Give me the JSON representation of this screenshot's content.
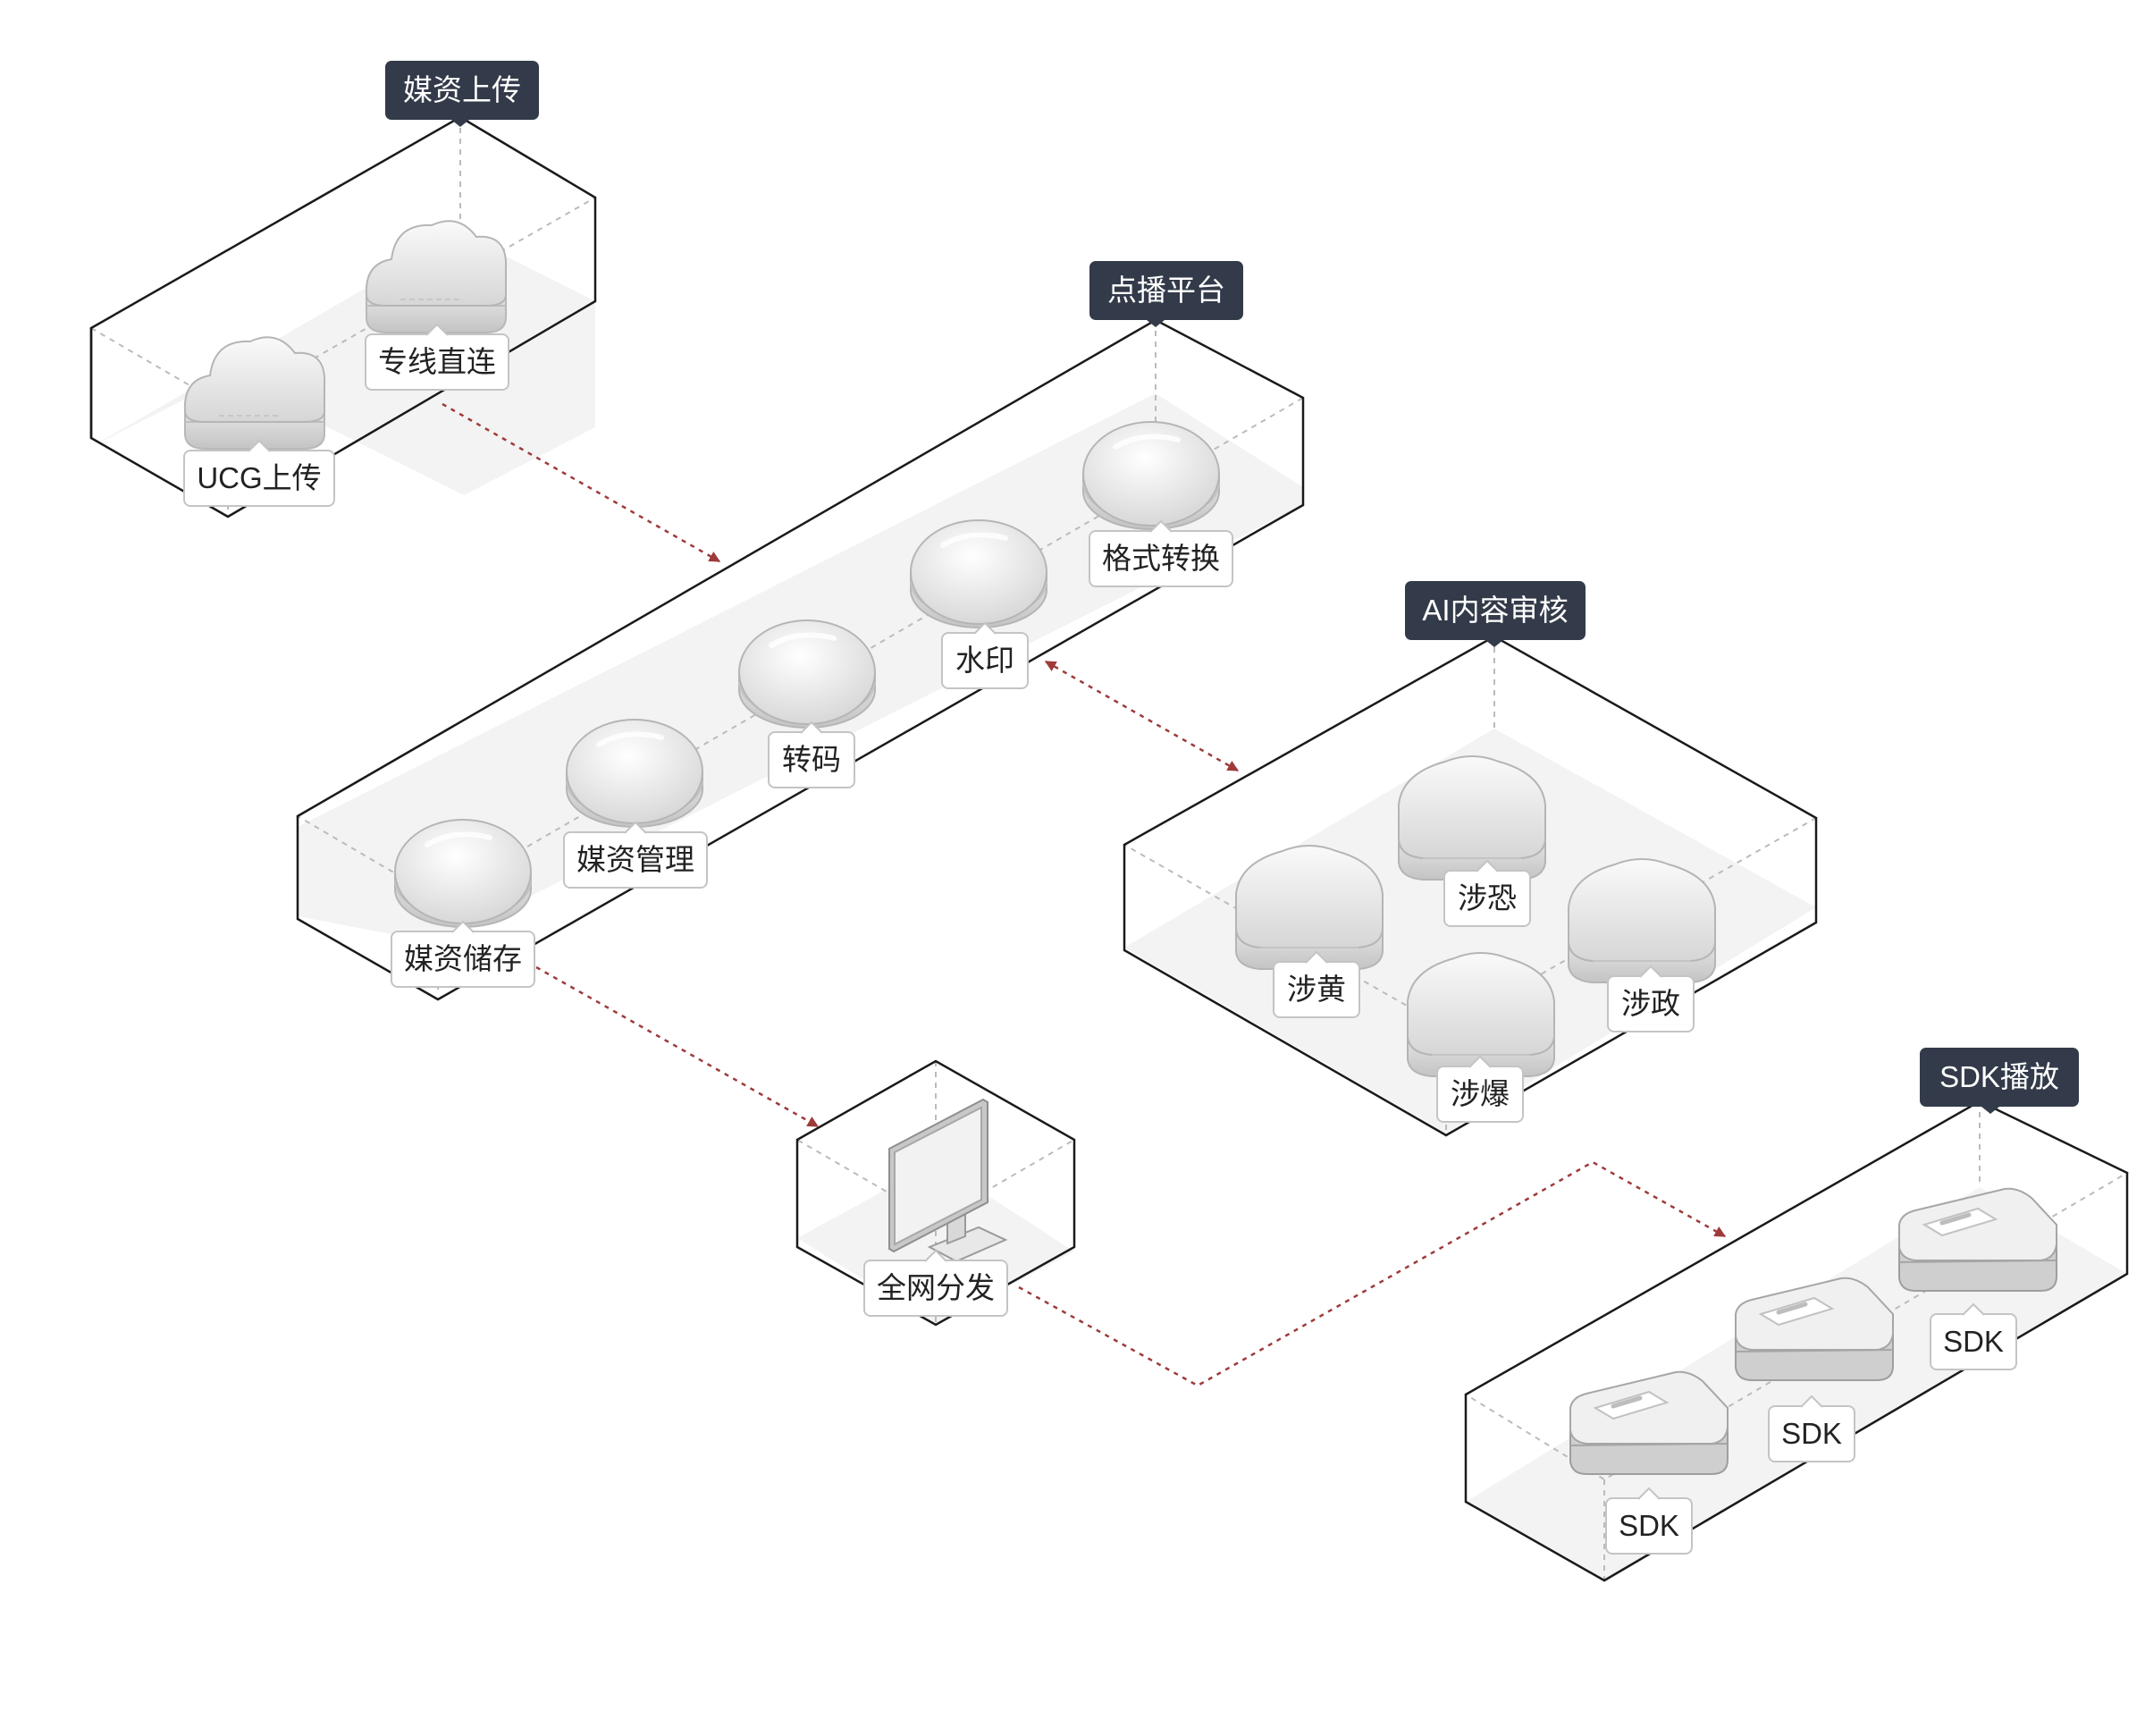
{
  "groups": {
    "upload": {
      "title": "媒资上传"
    },
    "vod": {
      "title": "点播平台"
    },
    "ai": {
      "title": "AI内容审核"
    },
    "sdk": {
      "title": "SDK播放"
    }
  },
  "nodes": {
    "ucg_upload": {
      "label": "UCG上传",
      "icon": "cloud-icon"
    },
    "dedicated_line": {
      "label": "专线直连",
      "icon": "cloud-icon"
    },
    "media_storage": {
      "label": "媒资储存",
      "icon": "disk-icon"
    },
    "media_management": {
      "label": "媒资管理",
      "icon": "disk-icon"
    },
    "transcode": {
      "label": "转码",
      "icon": "disk-icon"
    },
    "watermark": {
      "label": "水印",
      "icon": "disk-icon"
    },
    "format_convert": {
      "label": "格式转换",
      "icon": "disk-icon"
    },
    "porn": {
      "label": "涉黄",
      "icon": "shield-icon"
    },
    "terror": {
      "label": "涉恐",
      "icon": "shield-icon"
    },
    "violence": {
      "label": "涉爆",
      "icon": "shield-icon"
    },
    "politics": {
      "label": "涉政",
      "icon": "shield-icon"
    },
    "distribution": {
      "label": "全网分发",
      "icon": "monitor-icon"
    },
    "sdk1": {
      "label": "SDK",
      "icon": "device-icon"
    },
    "sdk2": {
      "label": "SDK",
      "icon": "device-icon"
    },
    "sdk3": {
      "label": "SDK",
      "icon": "device-icon"
    }
  },
  "connections": [
    {
      "from": "专线直连",
      "to": "点播平台",
      "style": "dashed-arrow"
    },
    {
      "from": "水印",
      "to": "AI内容审核",
      "style": "dashed-double-arrow"
    },
    {
      "from": "媒资储存",
      "to": "全网分发",
      "style": "dashed-arrow"
    },
    {
      "from": "全网分发",
      "to": "SDK播放",
      "style": "dashed-arrow"
    }
  ],
  "colors": {
    "tag_background": "#333b4a",
    "arrow": "#9e3a3a",
    "box_line": "#1a1a1a",
    "box_floor": "#f2f2f2"
  }
}
